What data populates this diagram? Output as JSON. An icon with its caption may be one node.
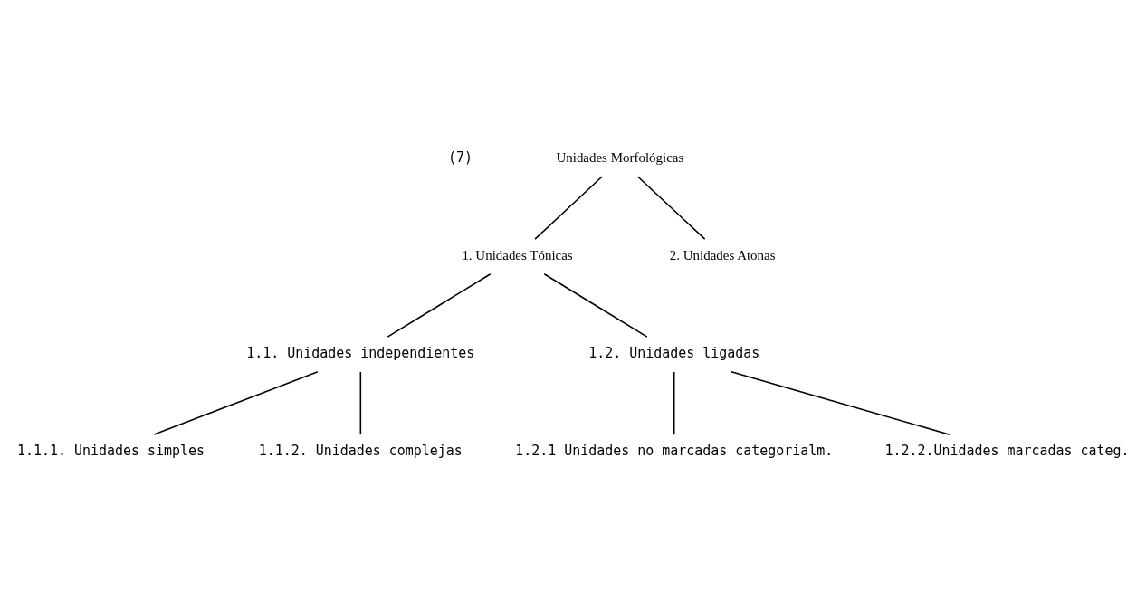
{
  "diagram": {
    "nodes": [
      {
        "text": [
          "Unidades Morfológicas"
        ]
      },
      {
        "text": [
          "1. Unidades Tónicas"
        ]
      },
      {
        "text": [
          "2. Unidades Atonas"
        ]
      },
      {
        "text": [
          "1.1. Unidades independientes"
        ]
      },
      {
        "text": [
          "1.2. Unidades ligadas"
        ]
      },
      {
        "text": [
          "1.1.1. Unidades simples"
        ]
      },
      {
        "text": [
          "1.1.2. Unidades complejas"
        ]
      },
      {
        "text": [
          "1.2.1 Unidades no marcadas categorialm."
        ]
      },
      {
        "text": [
          "1.2.2.Unidades marcadas categ."
        ]
      }
    ],
    "edges": [
      {
        "from": 0,
        "to": 1,
        "arrow": "none"
      },
      {
        "from": 0,
        "to": 2,
        "arrow": "none"
      },
      {
        "from": 1,
        "to": 3,
        "arrow": "none"
      },
      {
        "from": 1,
        "to": 4,
        "arrow": "none"
      },
      {
        "from": 3,
        "to": 5,
        "arrow": "none"
      },
      {
        "from": 3,
        "to": 6,
        "arrow": "none"
      },
      {
        "from": 4,
        "to": 7,
        "arrow": "none"
      },
      {
        "from": 4,
        "to": 8,
        "arrow": "none"
      }
    ],
    "labels": [
      "(7)"
    ]
  }
}
